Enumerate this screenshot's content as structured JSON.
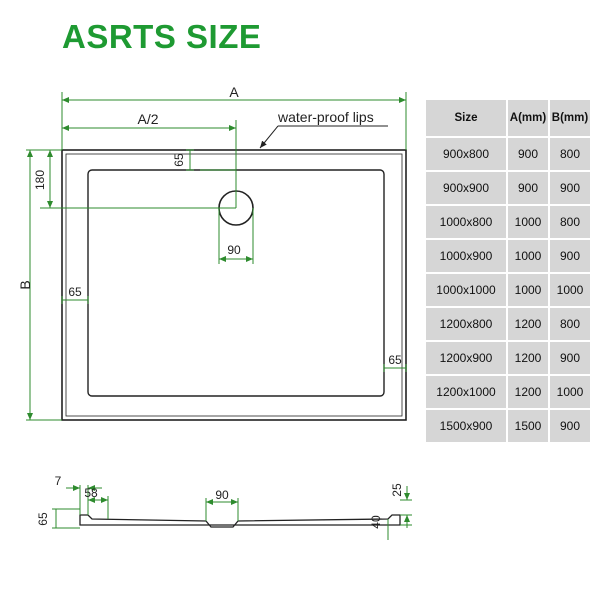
{
  "title": "ASRTS SIZE",
  "colors": {
    "title": "#1e9a32",
    "dimension_line": "#2e8b2e",
    "outline": "#222222",
    "table_bg": "#d6d6d6"
  },
  "plan_view": {
    "label_a": "A",
    "label_half_a": "A/2",
    "label_b": "B",
    "lips_label": "water-proof lips",
    "dim_180": "180",
    "dim_65_top": "65",
    "dim_90_drain": "90",
    "dim_65_left": "65",
    "dim_65_right": "65"
  },
  "side_view": {
    "dim_7": "7",
    "dim_58": "58",
    "dim_90": "90",
    "dim_65": "65",
    "dim_25": "25",
    "dim_40": "40"
  },
  "table": {
    "headers": [
      "Size",
      "A(mm)",
      "B(mm)"
    ],
    "rows": [
      [
        "900x800",
        "900",
        "800"
      ],
      [
        "900x900",
        "900",
        "900"
      ],
      [
        "1000x800",
        "1000",
        "800"
      ],
      [
        "1000x900",
        "1000",
        "900"
      ],
      [
        "1000x1000",
        "1000",
        "1000"
      ],
      [
        "1200x800",
        "1200",
        "800"
      ],
      [
        "1200x900",
        "1200",
        "900"
      ],
      [
        "1200x1000",
        "1200",
        "1000"
      ],
      [
        "1500x900",
        "1500",
        "900"
      ]
    ]
  }
}
